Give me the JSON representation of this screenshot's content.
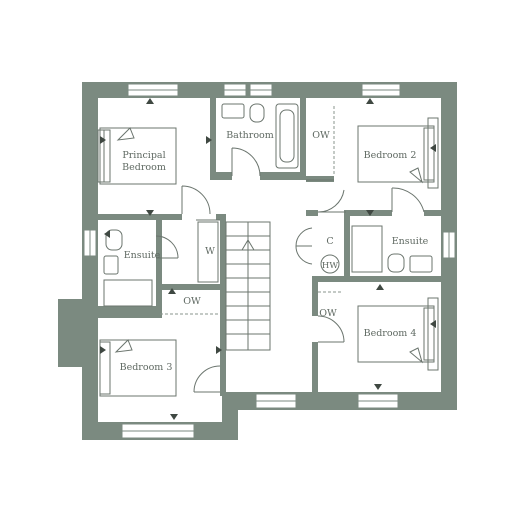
{
  "colors": {
    "wall": "#7b8a80",
    "fixture_stroke": "#6b756e",
    "label": "#5f6962",
    "marker": "#3f4842",
    "background": "#ffffff"
  },
  "rooms": {
    "principal_bedroom": {
      "line1": "Principal",
      "line2": "Bedroom"
    },
    "bathroom": "Bathroom",
    "bedroom2": "Bedroom 2",
    "ensuite_left": "Ensuite",
    "ensuite_right": "Ensuite",
    "wardrobe": "W",
    "cupboard": "C",
    "hot_water": "HW",
    "ow_top": "OW",
    "ow_mid": "OW",
    "ow_right": "OW",
    "bedroom3": "Bedroom 3",
    "bedroom4": "Bedroom 4"
  }
}
